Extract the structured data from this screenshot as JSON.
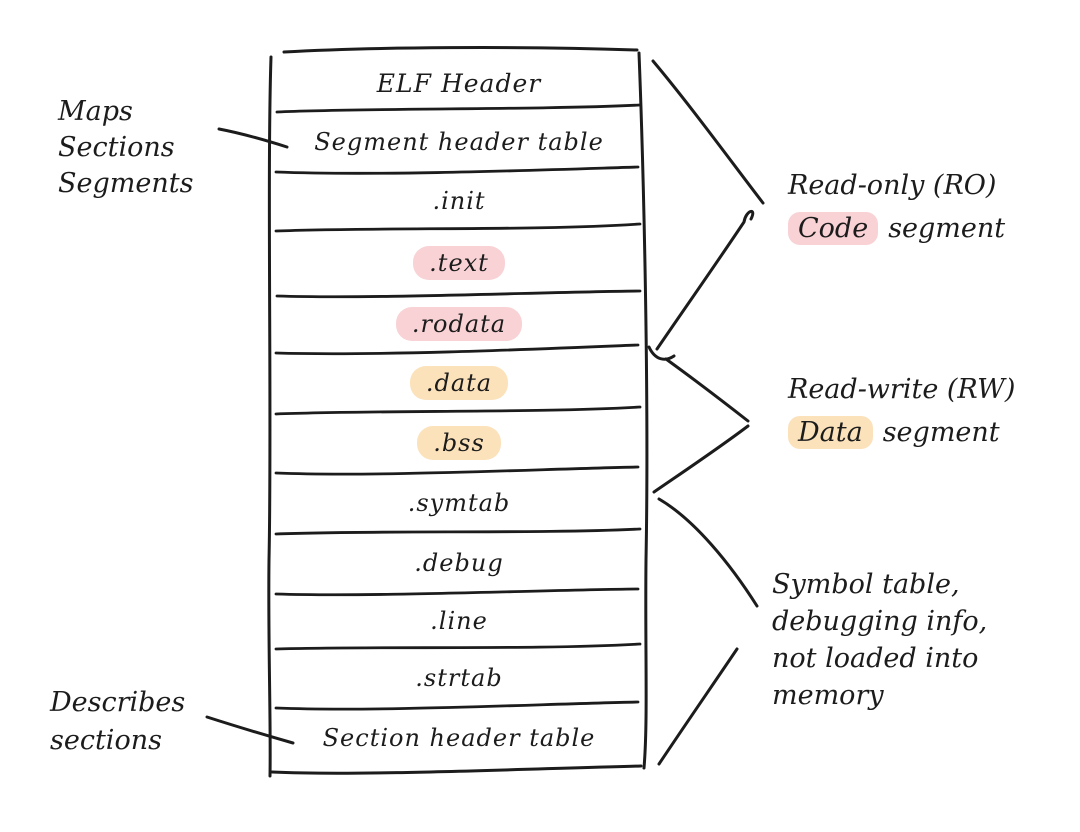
{
  "table": {
    "rows": [
      {
        "label": "ELF Header",
        "highlight": "none"
      },
      {
        "label": "Segment header table",
        "highlight": "none"
      },
      {
        "label": ".init",
        "highlight": "none"
      },
      {
        "label": ".text",
        "highlight": "pink"
      },
      {
        "label": ".rodata",
        "highlight": "pink"
      },
      {
        "label": ".data",
        "highlight": "orange"
      },
      {
        "label": ".bss",
        "highlight": "orange"
      },
      {
        "label": ".symtab",
        "highlight": "none"
      },
      {
        "label": ".debug",
        "highlight": "none"
      },
      {
        "label": ".line",
        "highlight": "none"
      },
      {
        "label": ".strtab",
        "highlight": "none"
      },
      {
        "label": "Section header table",
        "highlight": "none"
      }
    ]
  },
  "annotations": {
    "left_top": {
      "lines": [
        "Maps",
        "Sections",
        "Segments"
      ]
    },
    "left_bottom": {
      "lines": [
        "Describes",
        "sections"
      ]
    },
    "right_ro": {
      "line1": "Read-only (RO)",
      "highlight_word": "Code",
      "line2_rest": "segment"
    },
    "right_rw": {
      "line1": "Read-write (RW)",
      "highlight_word": "Data",
      "line2_rest": "segment"
    },
    "right_info": {
      "lines": [
        "Symbol table,",
        "debugging info,",
        "not loaded into",
        "memory"
      ]
    }
  },
  "colors": {
    "ink": "#1c1c1c",
    "highlight_pink": "#f9d2d5",
    "highlight_orange": "#fbe2bb"
  }
}
